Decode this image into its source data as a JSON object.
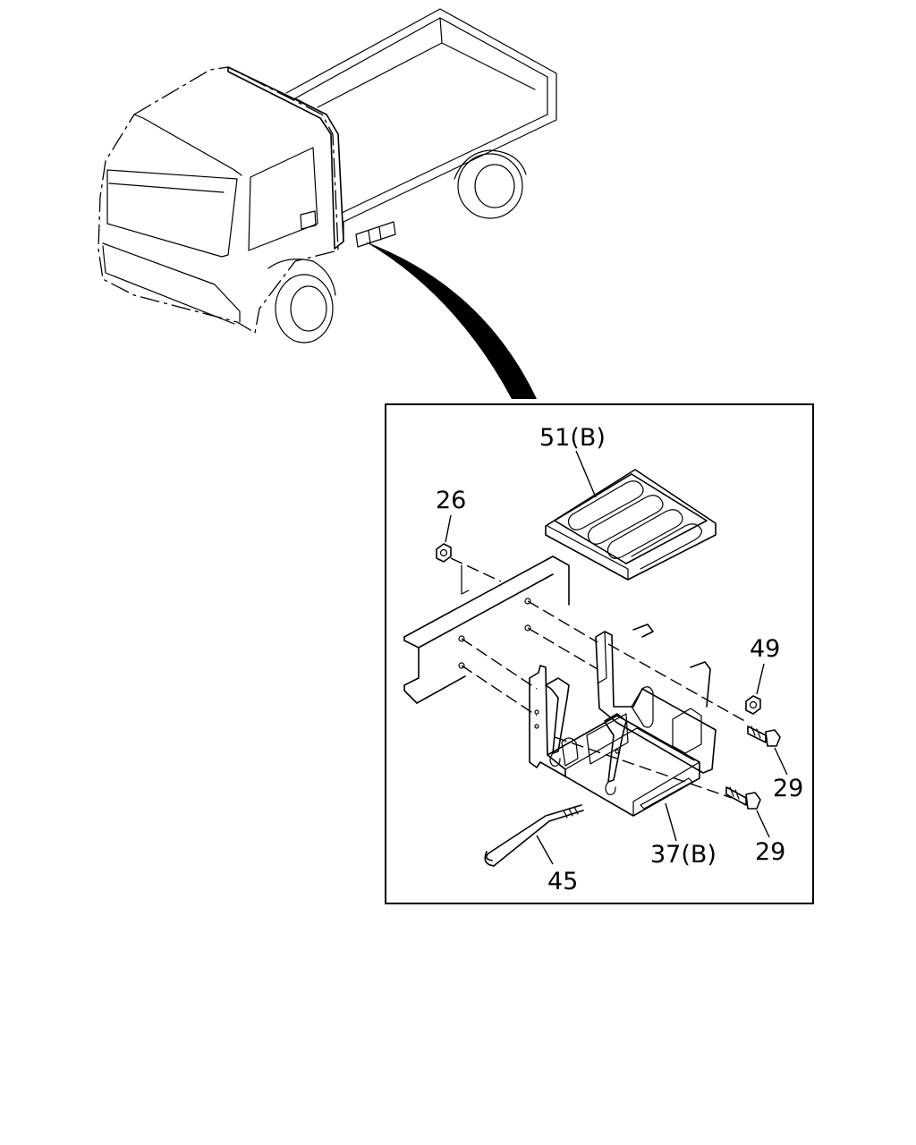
{
  "callouts": {
    "c51": "51(B)",
    "c26": "26",
    "c49": "49",
    "c29a": "29",
    "c29b": "29",
    "c37": "37(B)",
    "c45": "45"
  }
}
